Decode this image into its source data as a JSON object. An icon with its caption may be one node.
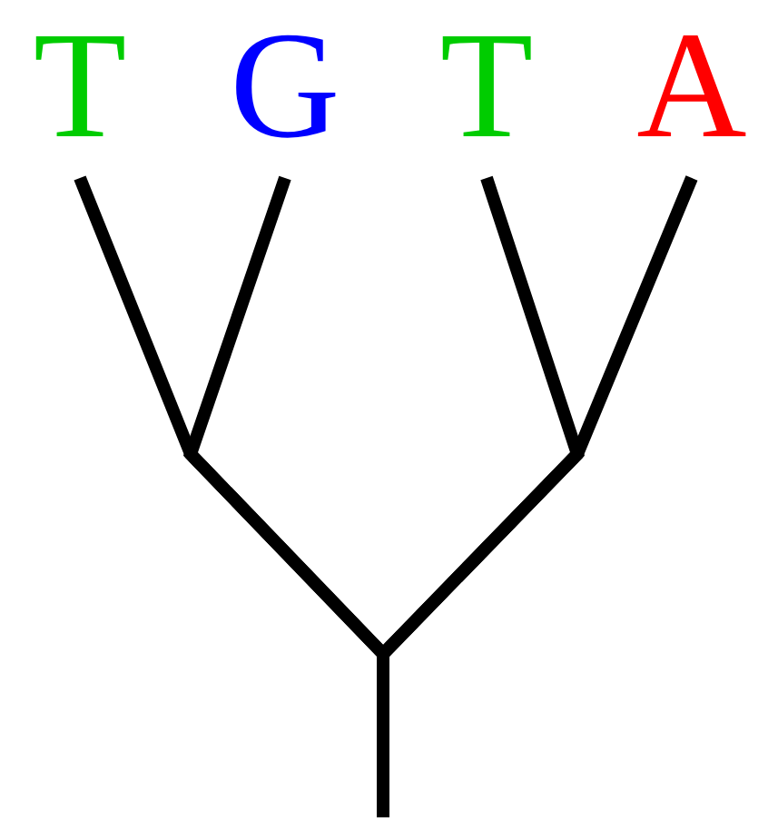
{
  "diagram": {
    "nodes": [
      {
        "text": [
          "T"
        ]
      },
      {
        "text": [
          "G"
        ]
      },
      {
        "text": [
          "T"
        ]
      },
      {
        "text": [
          "A"
        ]
      }
    ],
    "edges": [
      {
        "from": null,
        "to": 0,
        "arrow": "none"
      },
      {
        "from": null,
        "to": 1,
        "arrow": "none"
      },
      {
        "from": null,
        "to": 2,
        "arrow": "none"
      },
      {
        "from": null,
        "to": 3,
        "arrow": "none"
      }
    ]
  }
}
